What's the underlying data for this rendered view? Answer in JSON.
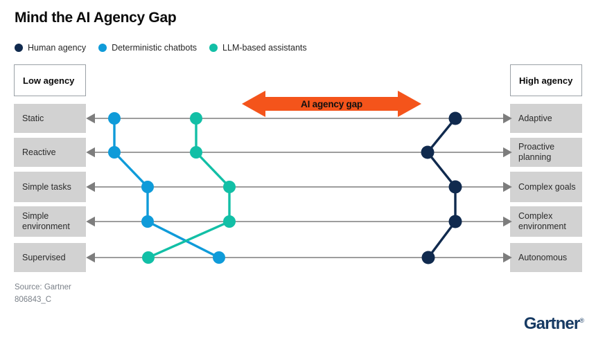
{
  "header": {
    "title": "Mind the AI Agency Gap"
  },
  "legend": {
    "items": [
      {
        "label": "Human agency",
        "color": "#102a4e",
        "icon": "circle-icon"
      },
      {
        "label": "Deterministic chatbots",
        "color": "#0f9bd9",
        "icon": "circle-icon"
      },
      {
        "label": "LLM-based assistants",
        "color": "#12bfa6",
        "icon": "circle-icon"
      }
    ]
  },
  "axis_headers": {
    "left": "Low agency",
    "right": "High agency"
  },
  "annotation": {
    "gap_label": "AI agency gap",
    "gap_color": "#f4541b"
  },
  "footer": {
    "source": "Source: Gartner",
    "doc_id": "806843_C",
    "logo": "Gartner",
    "logo_mark": "®"
  },
  "chart_data": {
    "type": "line",
    "title": "Mind the AI Agency Gap",
    "xlabel": "",
    "ylabel": "",
    "grid": false,
    "legend_position": "top-left",
    "orientation": "horizontal-parallel-axes",
    "xlim": [
      0,
      100
    ],
    "axis_note": "Each row is a bidirectional axis from low agency (left) to high agency (right).",
    "categories": [
      {
        "low": "Static",
        "high": "Adaptive"
      },
      {
        "low": "Reactive",
        "high": "Proactive planning"
      },
      {
        "low": "Simple tasks",
        "high": "Complex goals"
      },
      {
        "low": "Simple environment",
        "high": "Complex environment"
      },
      {
        "low": "Supervised",
        "high": "Autonomous"
      }
    ],
    "series": [
      {
        "name": "Human agency",
        "color": "#102a4e",
        "values": [
          87,
          81,
          87,
          87,
          81
        ]
      },
      {
        "name": "Deterministic chatbots",
        "color": "#0f9bd9",
        "values": [
          6,
          6,
          14,
          14,
          31
        ]
      },
      {
        "name": "LLM-based assistants",
        "color": "#12bfa6",
        "values": [
          26,
          26,
          34,
          34,
          14
        ]
      }
    ]
  }
}
